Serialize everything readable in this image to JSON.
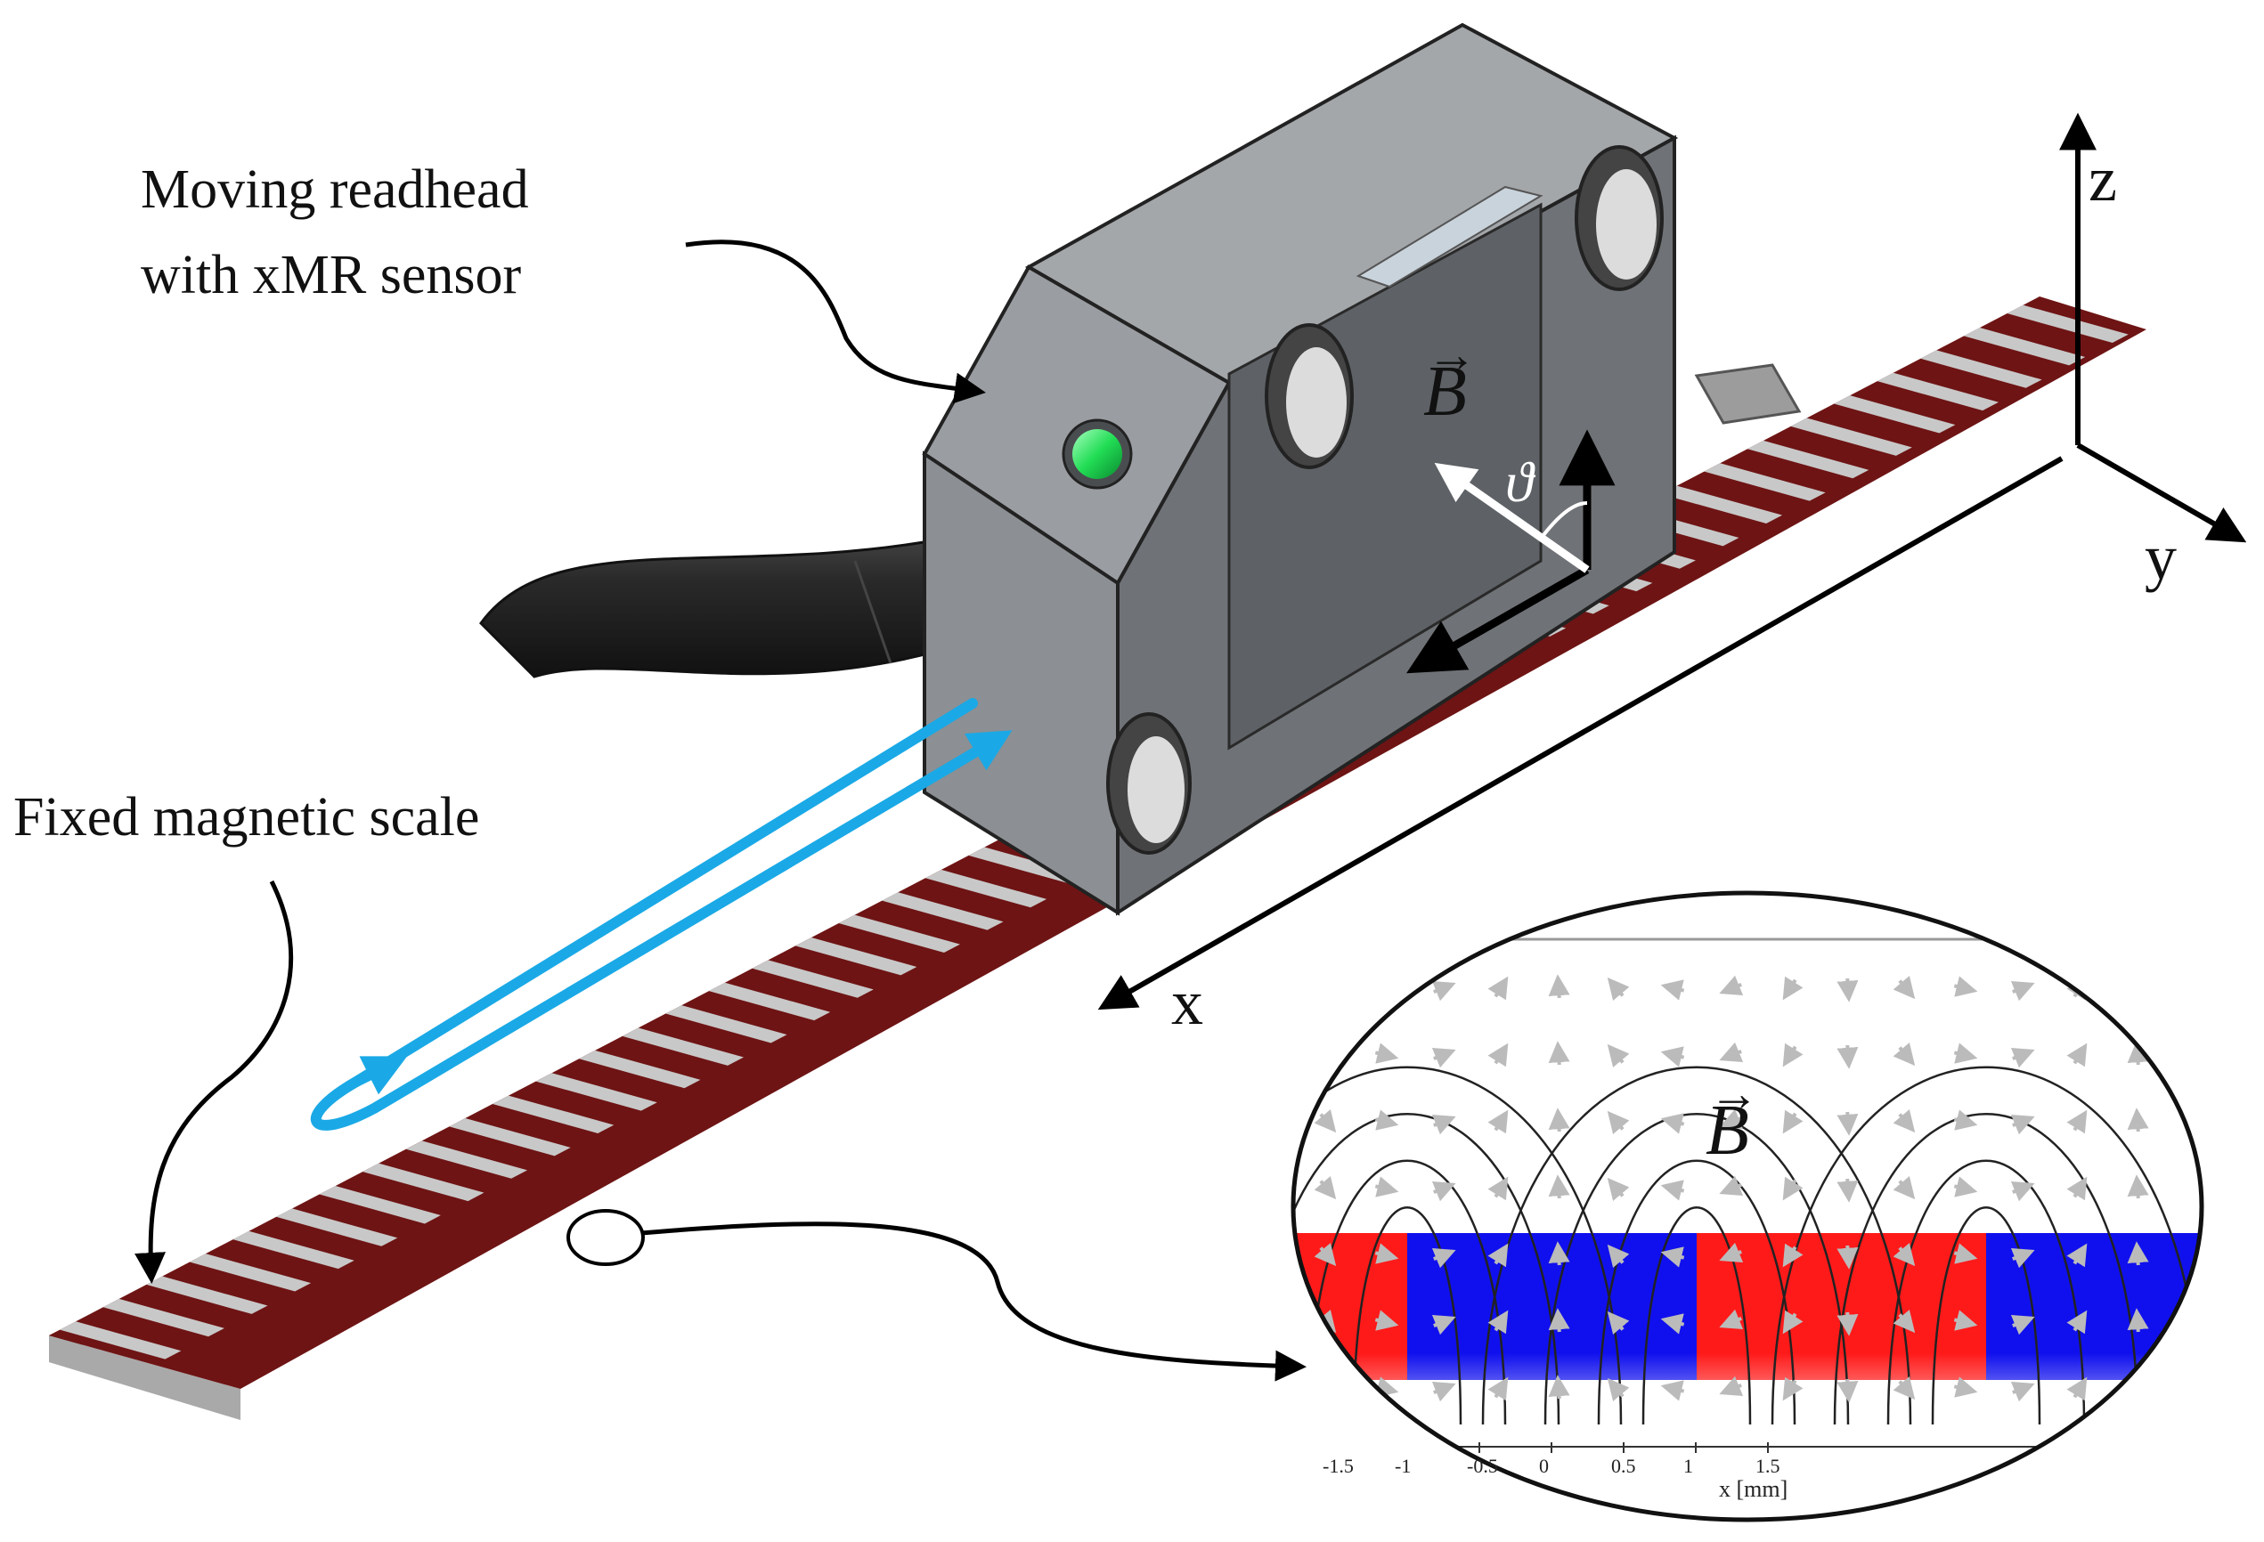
{
  "labels": {
    "readhead_line1": "Moving readhead",
    "readhead_line2": "with xMR sensor",
    "scale": "Fixed magnetic scale",
    "axis_x": "x",
    "axis_y": "y",
    "axis_z": "z",
    "field_vector": "B",
    "angle": "ϑ",
    "inset_field_vector": "B"
  },
  "inset": {
    "xlabel": "x [mm]",
    "ticks": [
      "-1.5",
      "-1",
      "-0.5",
      "0",
      "0.5",
      "1",
      "1.5"
    ]
  },
  "colors": {
    "pole_north": "#ff1a1a",
    "pole_south": "#1010ee",
    "scale_dark": "#6e1414",
    "scale_light": "#c8c8c8",
    "readhead_body": "#8a8d91",
    "led": "#22dd55",
    "motion_arrow": "#1aa9e6",
    "cable": "#2a2a2a"
  },
  "icons": {
    "motion": "double-arrow-loop",
    "led": "status-led-icon"
  }
}
